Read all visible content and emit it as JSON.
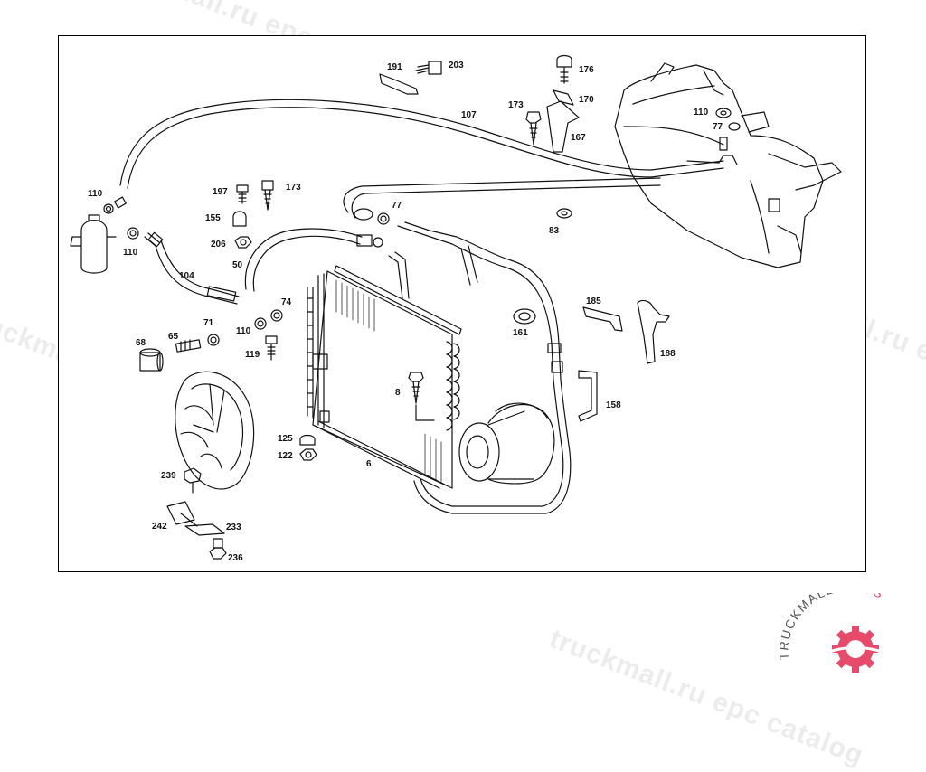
{
  "diagram": {
    "part_labels": [
      {
        "id": "p191",
        "text": "191"
      },
      {
        "id": "p203",
        "text": "203"
      },
      {
        "id": "p176",
        "text": "176"
      },
      {
        "id": "p170",
        "text": "170"
      },
      {
        "id": "p173a",
        "text": "173"
      },
      {
        "id": "p167",
        "text": "167"
      },
      {
        "id": "p107",
        "text": "107"
      },
      {
        "id": "p110a",
        "text": "110"
      },
      {
        "id": "p77a",
        "text": "77"
      },
      {
        "id": "p110b",
        "text": "110"
      },
      {
        "id": "p197",
        "text": "197"
      },
      {
        "id": "p173b",
        "text": "173"
      },
      {
        "id": "p155",
        "text": "155"
      },
      {
        "id": "p77b",
        "text": "77"
      },
      {
        "id": "p83",
        "text": "83"
      },
      {
        "id": "p110c",
        "text": "110"
      },
      {
        "id": "p206",
        "text": "206"
      },
      {
        "id": "p50",
        "text": "50"
      },
      {
        "id": "p104",
        "text": "104"
      },
      {
        "id": "p74",
        "text": "74"
      },
      {
        "id": "p71",
        "text": "71"
      },
      {
        "id": "p110d",
        "text": "110"
      },
      {
        "id": "p185",
        "text": "185"
      },
      {
        "id": "p161",
        "text": "161"
      },
      {
        "id": "p68",
        "text": "68"
      },
      {
        "id": "p65",
        "text": "65"
      },
      {
        "id": "p119",
        "text": "119"
      },
      {
        "id": "p188",
        "text": "188"
      },
      {
        "id": "p8",
        "text": "8"
      },
      {
        "id": "p158",
        "text": "158"
      },
      {
        "id": "p125",
        "text": "125"
      },
      {
        "id": "p122",
        "text": "122"
      },
      {
        "id": "p6",
        "text": "6"
      },
      {
        "id": "p239",
        "text": "239"
      },
      {
        "id": "p242",
        "text": "242"
      },
      {
        "id": "p233",
        "text": "233"
      },
      {
        "id": "p236",
        "text": "236"
      }
    ]
  },
  "watermark": {
    "text_a": "truckmall.ru epc catalog",
    "text_b": "truckmall.ru epc catalog",
    "text_c": "truckmall.ru epc catalog",
    "text_d": "truckmall.ru epc catalog",
    "text_e": "truckmall.ru epc catalog",
    "text_f": "truckmall.ru epc catalog"
  },
  "logo": {
    "text_truckmall": "TRUCKMALL",
    "text_parts": "PARTS",
    "color_dark": "#555555",
    "color_accent": "#e84a6a"
  }
}
